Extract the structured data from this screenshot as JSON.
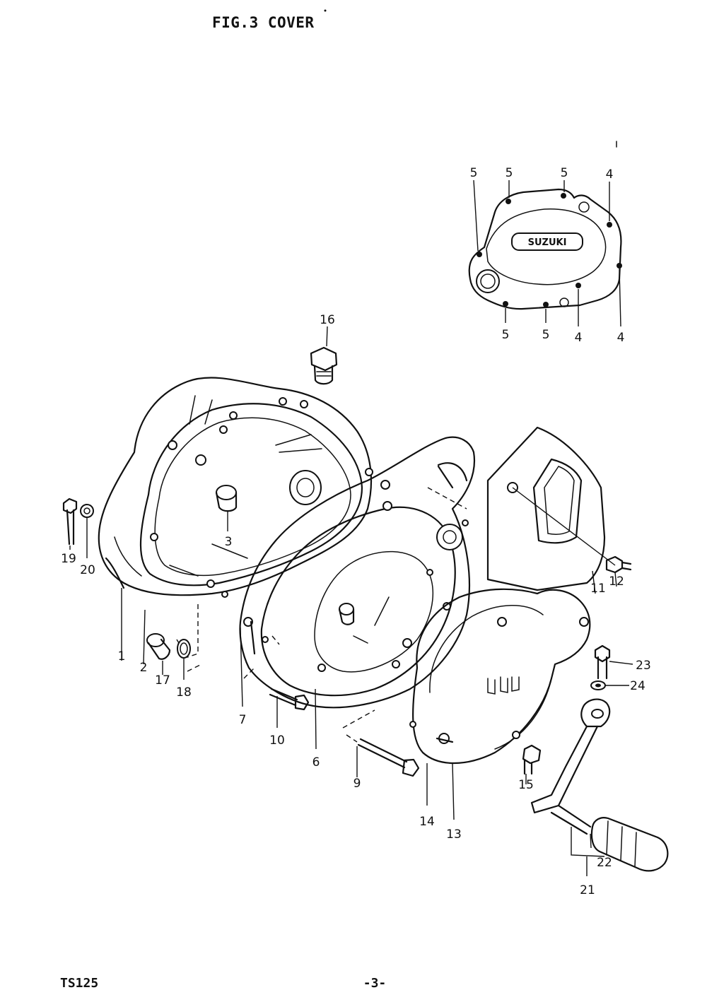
{
  "header": {
    "title": "FIG.3  COVER"
  },
  "footer": {
    "model": "TS125",
    "page": "-3-"
  },
  "inset": {
    "brand": "SUZUKI"
  },
  "part_labels": {
    "p1": "1",
    "p2": "2",
    "p3": "3",
    "p4a": "4",
    "p4b": "4",
    "p4c": "4",
    "p5a": "5",
    "p5b": "5",
    "p5c": "5",
    "p5d": "5",
    "p5e": "5",
    "p6": "6",
    "p7": "7",
    "p9": "9",
    "p10": "10",
    "p11": "11",
    "p12": "12",
    "p13": "13",
    "p14": "14",
    "p15": "15",
    "p16": "16",
    "p17": "17",
    "p18": "18",
    "p19": "19",
    "p20": "20",
    "p21": "21",
    "p22": "22",
    "p23": "23",
    "p24": "24"
  }
}
